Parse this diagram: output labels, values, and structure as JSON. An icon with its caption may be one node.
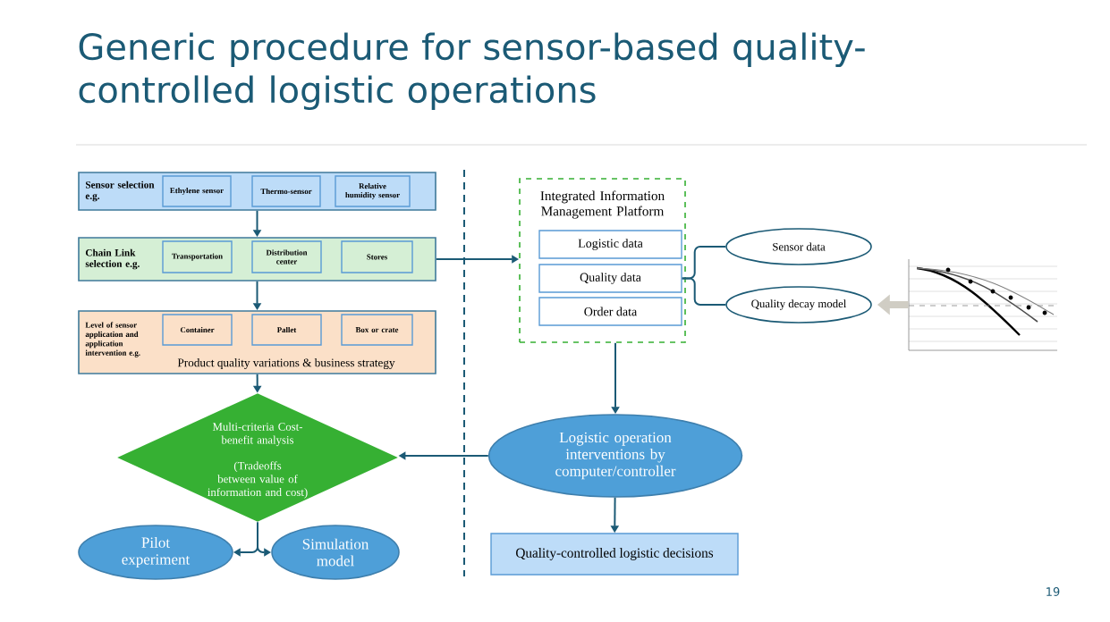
{
  "diagram": {
    "title": "Generic procedure for sensor-based quality-controlled logistic operations",
    "nodes": [
      {
        "text": [
          "Sensor selection e.g."
        ]
      },
      {
        "text": [
          "Ethylene sensor"
        ],
        "in": 0
      },
      {
        "text": [
          "Thermo-sensor"
        ],
        "in": 0
      },
      {
        "text": [
          "Relative humidity sensor"
        ],
        "in": 0
      },
      {
        "text": [
          "Chain Link selection e.g."
        ]
      },
      {
        "text": [
          "Transportation"
        ],
        "in": 4
      },
      {
        "text": [
          "Distribution center"
        ],
        "in": 4
      },
      {
        "text": [
          "Stores"
        ],
        "in": 4
      },
      {
        "text": [
          "Level of sensor application and application intervention e.g.",
          "Product quality variations & business strategy"
        ]
      },
      {
        "text": [
          "Container"
        ],
        "in": 8
      },
      {
        "text": [
          "Pallet"
        ],
        "in": 8
      },
      {
        "text": [
          "Box or crate"
        ],
        "in": 8
      },
      {
        "text": [
          "Multi-criteria Cost-benefit analysis",
          "(Tradeoffs between value of information and cost)"
        ]
      },
      {
        "text": [
          "Pilot experiment"
        ]
      },
      {
        "text": [
          "Simulation model"
        ]
      },
      {
        "text": [
          "Integrated Information Management Platform"
        ]
      },
      {
        "text": [
          "Logistic data"
        ],
        "in": 15
      },
      {
        "text": [
          "Quality data"
        ],
        "in": 15
      },
      {
        "text": [
          "Order data"
        ],
        "in": 15
      },
      {
        "text": [
          "Sensor data"
        ]
      },
      {
        "text": [
          "Quality decay model"
        ]
      },
      {
        "text": [],
        "shape": "picture"
      },
      {
        "text": [
          "Logistic operation interventions by computer/controller"
        ]
      },
      {
        "text": [
          "Quality-controlled logistic decisions"
        ]
      }
    ],
    "edges": [
      {
        "from": 0,
        "to": 4,
        "arrow": "to"
      },
      {
        "from": 4,
        "to": 8,
        "arrow": "to"
      },
      {
        "from": 8,
        "to": 12,
        "arrow": "to"
      },
      {
        "from": 12,
        "to": 13,
        "arrow": "to"
      },
      {
        "from": 12,
        "to": 14,
        "arrow": "to"
      },
      {
        "from": 4,
        "to": 15,
        "arrow": "to"
      },
      {
        "from": 15,
        "to": 22,
        "arrow": "to"
      },
      {
        "from": 22,
        "to": 12,
        "arrow": "to"
      },
      {
        "from": 22,
        "to": 23,
        "arrow": "to"
      },
      {
        "from": 17,
        "to": 19,
        "arrow": "none"
      },
      {
        "from": 17,
        "to": 20,
        "arrow": "none"
      },
      {
        "from": 21,
        "to": 20,
        "arrow": "to",
        "style": "thick",
        "color": "#d0cdc4"
      }
    ],
    "labels": [
      "19"
    ]
  }
}
